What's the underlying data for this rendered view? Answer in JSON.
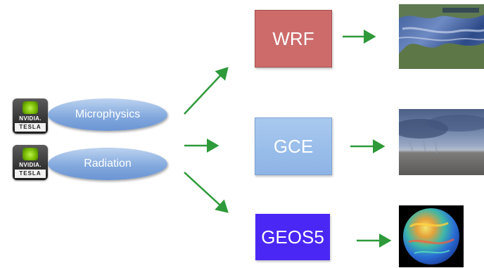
{
  "badges": [
    {
      "brand": "NVIDIA.",
      "product": "TESLA"
    },
    {
      "brand": "NVIDIA.",
      "product": "TESLA"
    }
  ],
  "modules": [
    {
      "label": "Microphysics"
    },
    {
      "label": "Radiation"
    }
  ],
  "models": [
    {
      "label": "WRF",
      "color": "#cd6b6b"
    },
    {
      "label": "GCE",
      "color": "#9ec0ec"
    },
    {
      "label": "GEOS5",
      "color": "#4b27f5"
    }
  ],
  "outputs": [
    {
      "icon": "weather-map-image"
    },
    {
      "icon": "storm-cloud-photo"
    },
    {
      "icon": "globe-visualization"
    }
  ],
  "arrow_color": "#2e9a3a"
}
